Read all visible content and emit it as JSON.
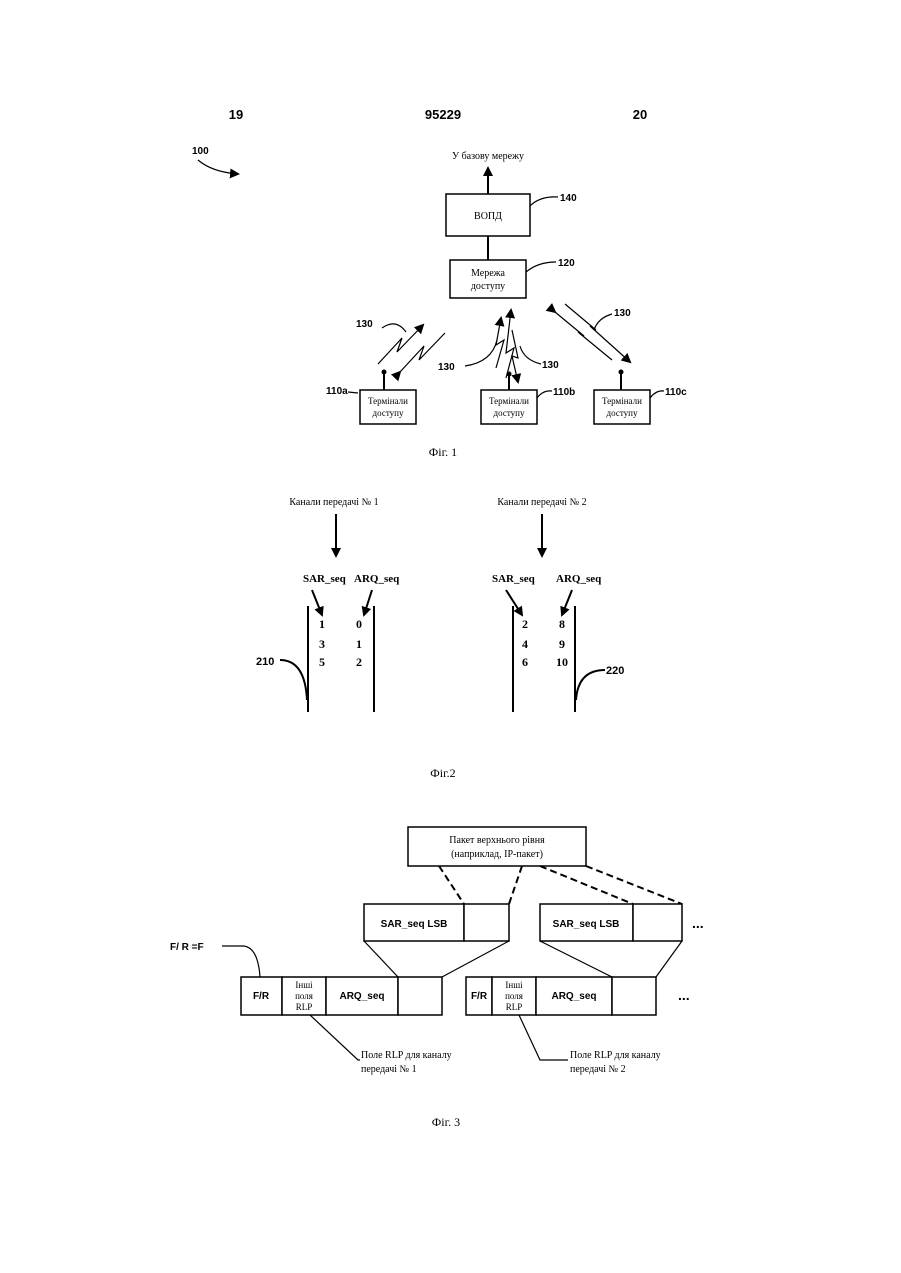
{
  "header": {
    "left": "19",
    "center": "95229",
    "right": "20"
  },
  "fig1": {
    "ref_system": "100",
    "core_network": "У базову мережу",
    "pdsn": {
      "label": "ВОПД",
      "ref": "140"
    },
    "access_network": {
      "line1": "Мережа",
      "line2": "доступу",
      "ref": "120"
    },
    "link_refs": [
      "130",
      "130",
      "130",
      "130"
    ],
    "terminals": [
      {
        "line1": "Термінали",
        "line2": "доступу",
        "ref": "110a"
      },
      {
        "line1": "Термінали",
        "line2": "доступу",
        "ref": "110b"
      },
      {
        "line1": "Термінали",
        "line2": "доступу",
        "ref": "110c"
      }
    ],
    "caption": "Фіг. 1"
  },
  "fig2": {
    "channels": [
      {
        "title": "Канали передачі № 1",
        "col1": "SAR_seq",
        "col2": "ARQ_seq",
        "sar": [
          "1",
          "3",
          "5"
        ],
        "arq": [
          "0",
          "1",
          "2"
        ],
        "ref": "210"
      },
      {
        "title": "Канали передачі № 2",
        "col1": "SAR_seq",
        "col2": "ARQ_seq",
        "sar": [
          "2",
          "4",
          "6"
        ],
        "arq": [
          "8",
          "9",
          "10"
        ],
        "ref": "220"
      }
    ],
    "caption": "Фіг.2"
  },
  "fig3": {
    "packet": {
      "line1": "Пакет верхнього рівня",
      "line2": "(наприклад, IP-пакет)"
    },
    "sar_lsb": "SAR_seq LSB",
    "ellipsis": "...",
    "fr_label": "F/ R =F",
    "frames": [
      {
        "fr": "F/R",
        "other_fields": [
          "Інші",
          "поля",
          "RLP"
        ],
        "arq": "ARQ_seq",
        "note": [
          "Поле RLP для каналу",
          "передачі № 1"
        ]
      },
      {
        "fr": "F/R",
        "other_fields": [
          "Інші",
          "поля",
          "RLP"
        ],
        "arq": "ARQ_seq",
        "note": [
          "Поле RLP для каналу",
          "передачі № 2"
        ]
      }
    ],
    "caption": "Фіг. 3"
  }
}
